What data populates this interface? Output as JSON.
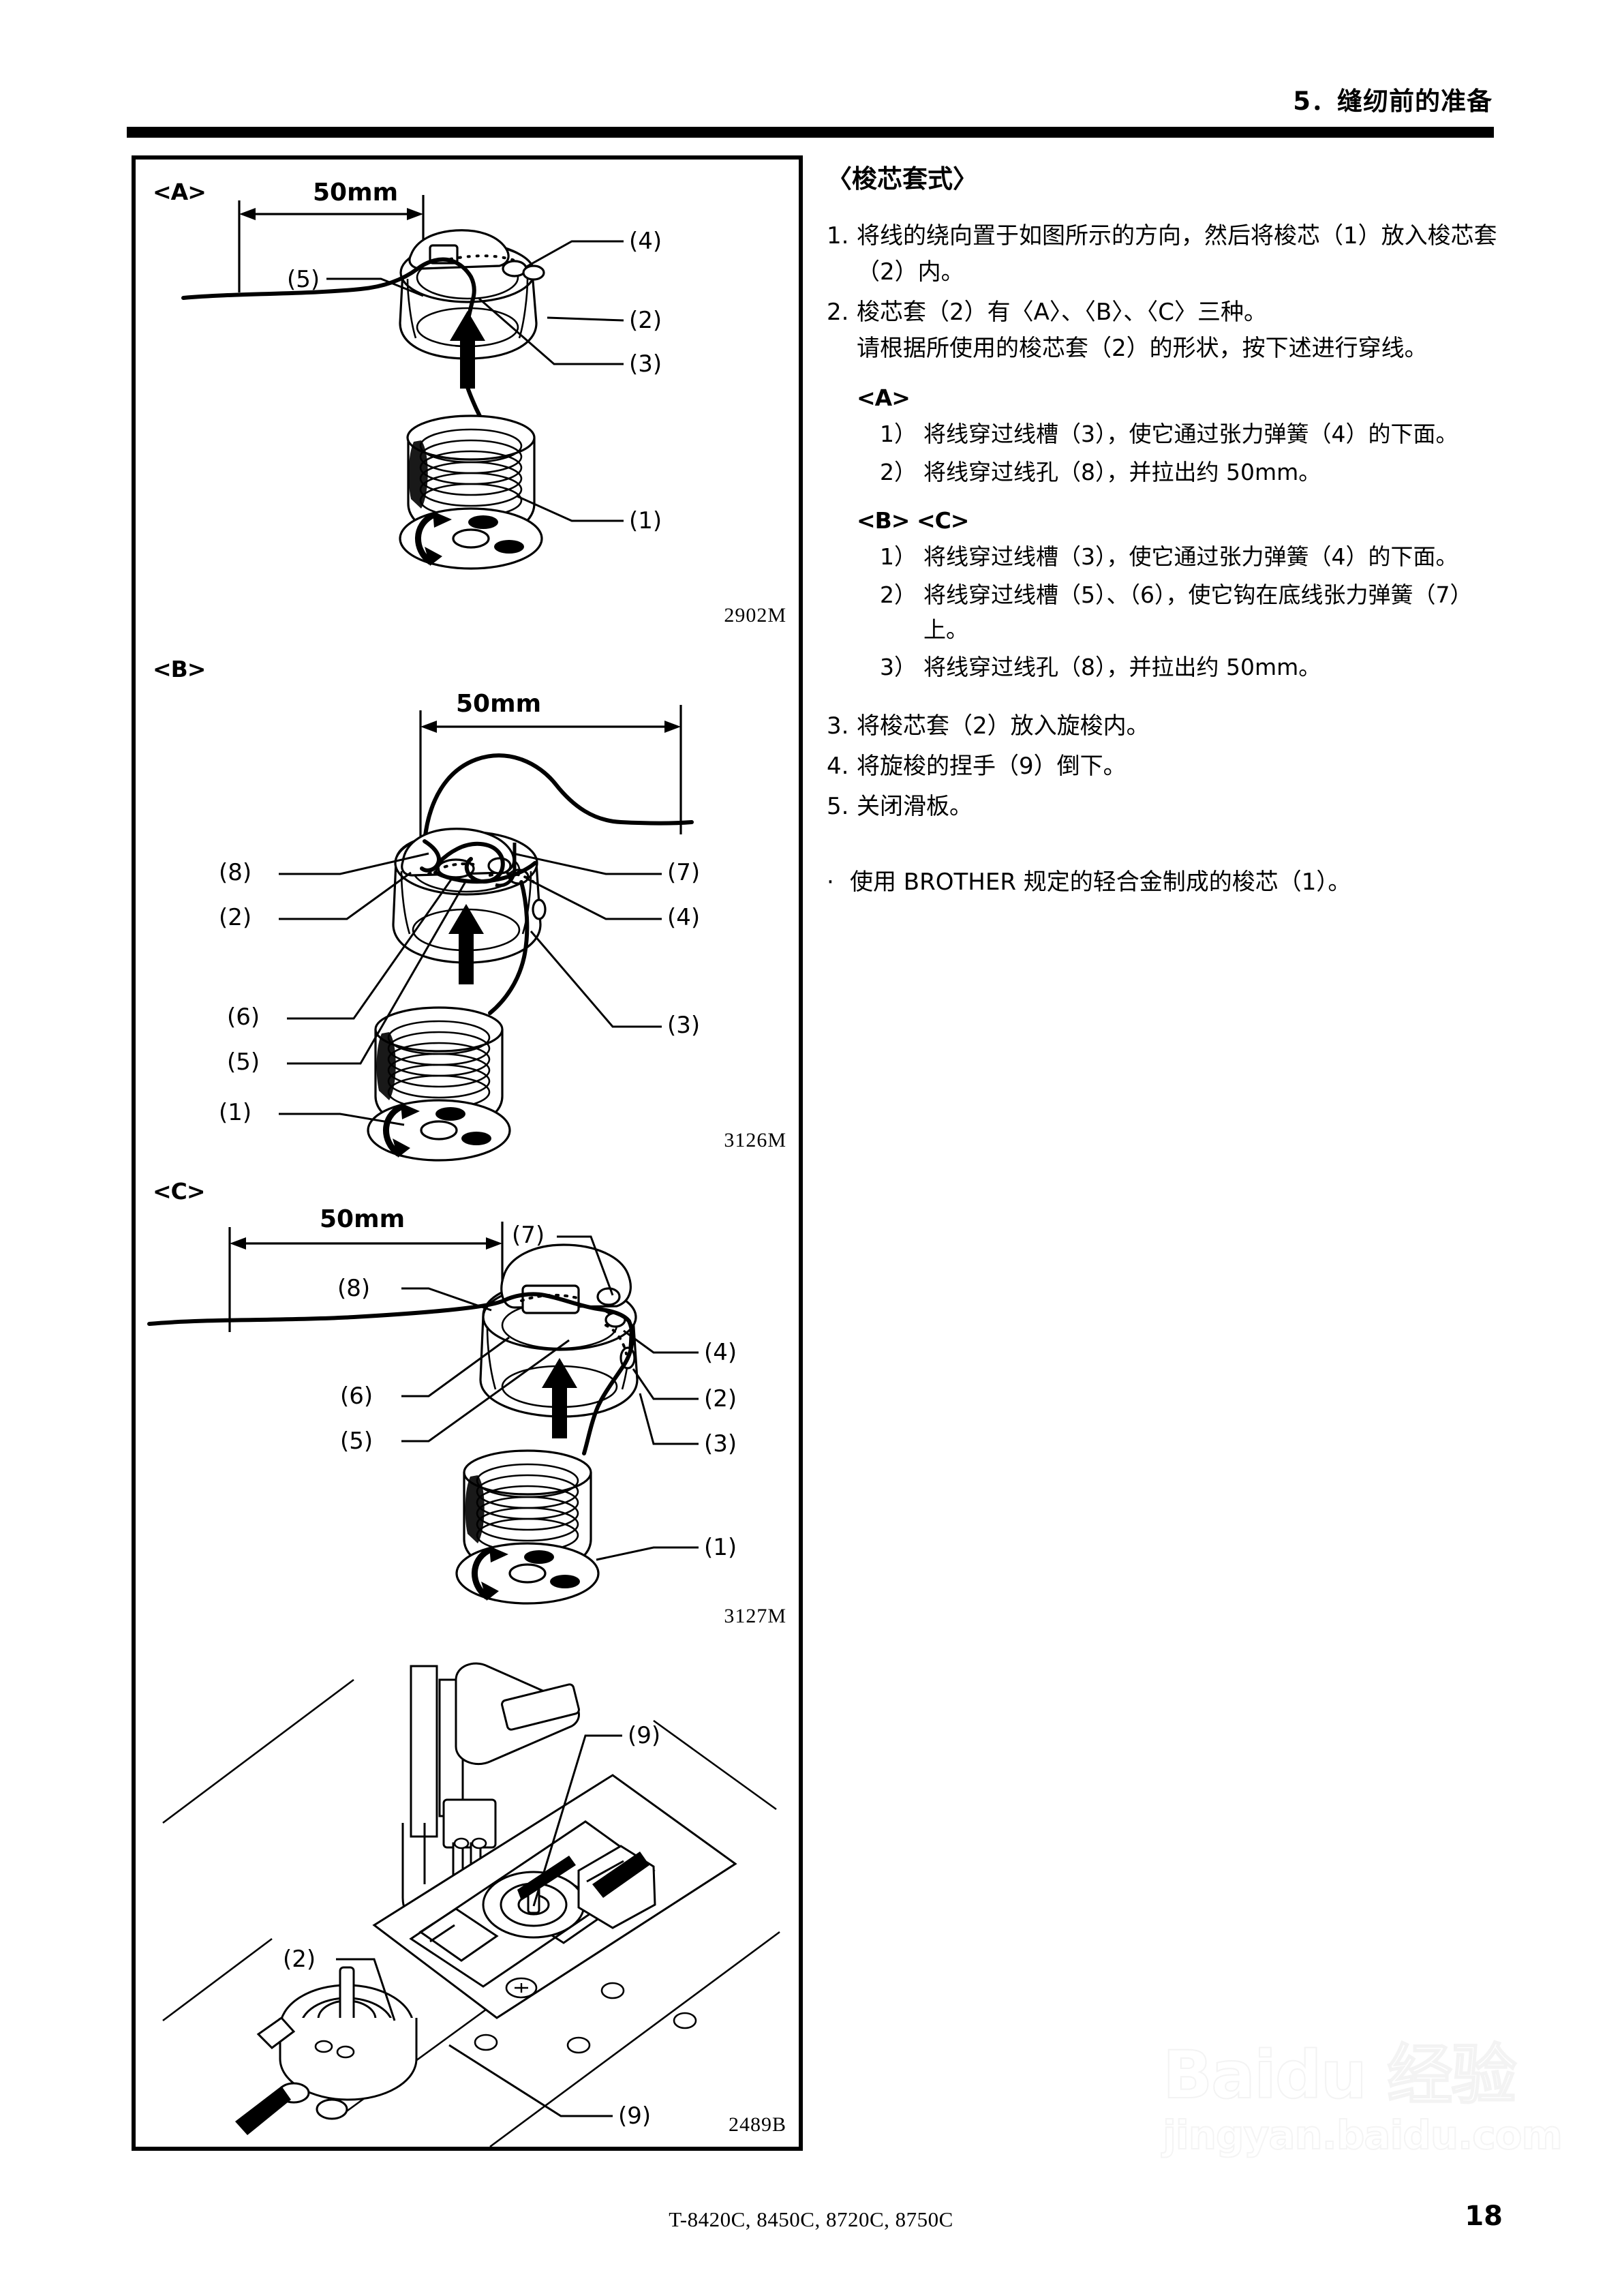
{
  "header": {
    "title": "5．缝纫前的准备"
  },
  "figures": {
    "panel_a": {
      "label": "<A>",
      "code": "2902M",
      "dimension": "50mm",
      "callouts": [
        "(5)",
        "(4)",
        "(2)",
        "(3)",
        "(1)"
      ]
    },
    "panel_b": {
      "label": "<B>",
      "code": "3126M",
      "dimension": "50mm",
      "callouts": [
        "(8)",
        "(2)",
        "(6)",
        "(5)",
        "(7)",
        "(4)",
        "(3)",
        "(1)"
      ]
    },
    "panel_c": {
      "label": "<C>",
      "code": "3127M",
      "dimension": "50mm",
      "callouts": [
        "(8)",
        "(6)",
        "(5)",
        "(7)",
        "(4)",
        "(2)",
        "(3)",
        "(1)"
      ]
    },
    "panel_d": {
      "code": "2489B",
      "callouts": [
        "(9)",
        "(2)",
        "(9)"
      ]
    }
  },
  "instructions": {
    "heading": "〈梭芯套式〉",
    "step1": {
      "num": "1.",
      "text": "将线的绕向置于如图所示的方向，然后将梭芯（1）放入梭芯套（2）内。"
    },
    "step2": {
      "num": "2.",
      "line1": "梭芯套（2）有〈A〉、〈B〉、〈C〉三种。",
      "line2": "请根据所使用的梭芯套（2）的形状，按下述进行穿线。"
    },
    "group_a": {
      "title": "<A>",
      "items": [
        {
          "num": "1）",
          "text": "将线穿过线槽（3），使它通过张力弹簧（4）的下面。"
        },
        {
          "num": "2）",
          "text": "将线穿过线孔（8），并拉出约 50mm。"
        }
      ]
    },
    "group_bc": {
      "title": "<B> <C>",
      "items": [
        {
          "num": "1）",
          "text": "将线穿过线槽（3），使它通过张力弹簧（4）的下面。"
        },
        {
          "num": "2）",
          "text": "将线穿过线槽（5）、（6），使它钩在底线张力弹簧（7）上。"
        },
        {
          "num": "3）",
          "text": "将线穿过线孔（8），并拉出约 50mm。"
        }
      ]
    },
    "step3": {
      "num": "3.",
      "text": "将梭芯套（2）放入旋梭内。"
    },
    "step4": {
      "num": "4.",
      "text": "将旋梭的捏手（9）倒下。"
    },
    "step5": {
      "num": "5.",
      "text": "关闭滑板。"
    },
    "note": {
      "bullet": "·",
      "text": "使用 BROTHER 规定的轻合金制成的梭芯（1）。"
    }
  },
  "footer": {
    "models": "T-8420C, 8450C, 8720C, 8750C",
    "page_number": "18"
  },
  "watermark": {
    "main": "Baidu 经验",
    "sub": "jingyan.baidu.com"
  }
}
